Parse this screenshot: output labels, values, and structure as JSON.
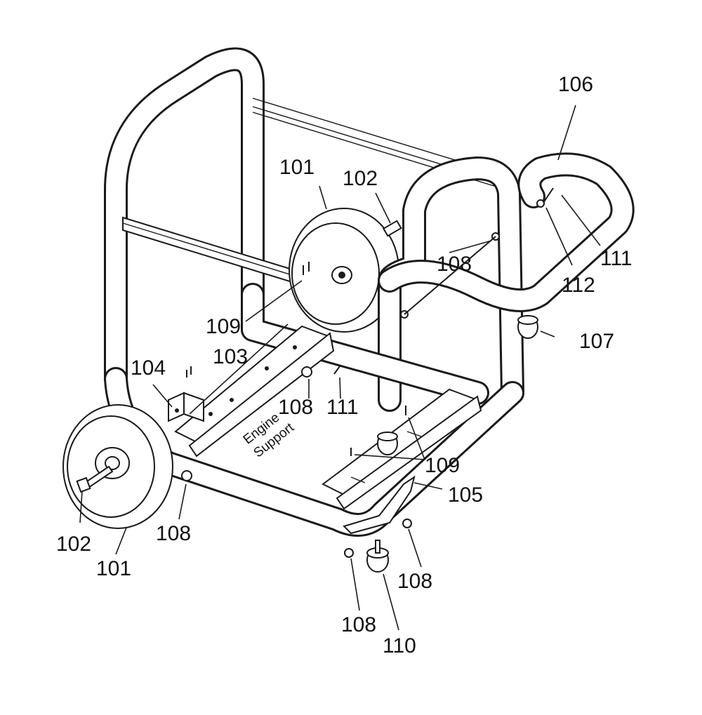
{
  "diagram": {
    "callouts": {
      "c101_top": "101",
      "c102_top": "102",
      "c106": "106",
      "c108_mid": "108",
      "c111_top": "111",
      "c112": "112",
      "c109_left": "109",
      "c103": "103",
      "c104": "104",
      "c107": "107",
      "c108_center": "108",
      "c111_center": "111",
      "c109_right": "109",
      "c105": "105",
      "c102_bottom": "102",
      "c101_bottom": "101",
      "c108_left": "108",
      "c108_right": "108",
      "c108_bottom": "108",
      "c110": "110"
    },
    "engine_support_line1": "Engine",
    "engine_support_line2": "Support"
  }
}
